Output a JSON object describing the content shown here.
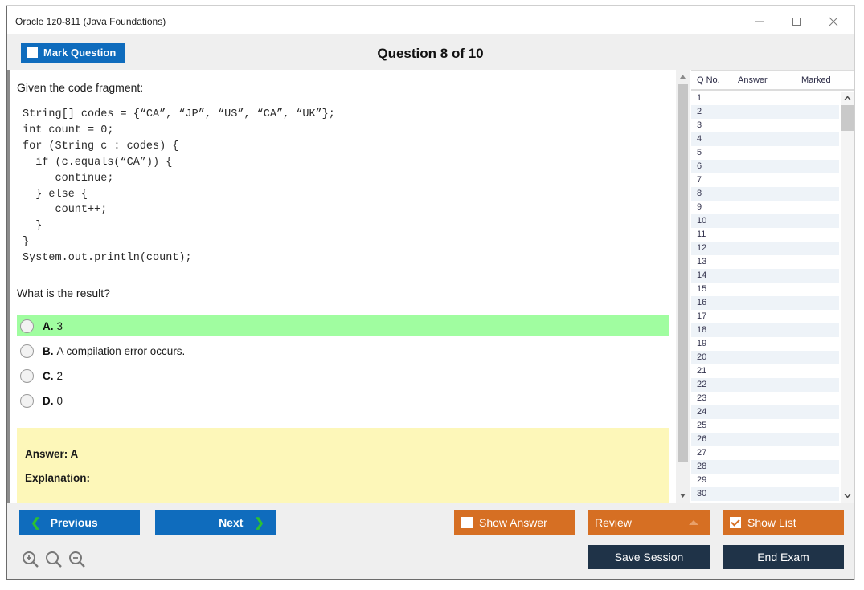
{
  "window": {
    "title": "Oracle 1z0-811 (Java Foundations)",
    "minimize_label": "—",
    "maximize_label": "□",
    "close_label": "×"
  },
  "header": {
    "mark_question_label": "Mark Question",
    "question_counter": "Question 8 of 10"
  },
  "question": {
    "intro": "Given the code fragment:",
    "code": "String[] codes = {“CA”, “JP”, “US”, “CA”, “UK”};\nint count = 0;\nfor (String c : codes) {\n  if (c.equals(“CA”)) {\n     continue;\n  } else {\n     count++;\n  }\n}\nSystem.out.println(count);",
    "prompt": "What is the result?",
    "options": [
      {
        "letter": "A.",
        "text": "3",
        "highlighted": true
      },
      {
        "letter": "B.",
        "text": "A compilation error occurs.",
        "highlighted": false
      },
      {
        "letter": "C.",
        "text": "2",
        "highlighted": false
      },
      {
        "letter": "D.",
        "text": "0",
        "highlighted": false
      }
    ]
  },
  "answer_panel": {
    "answer": "Answer: A",
    "explanation": "Explanation:"
  },
  "question_list": {
    "columns": [
      "Q No.",
      "Answer",
      "Marked"
    ],
    "rows": [
      {
        "qno": "1",
        "answer": "",
        "marked": ""
      },
      {
        "qno": "2",
        "answer": "",
        "marked": ""
      },
      {
        "qno": "3",
        "answer": "",
        "marked": ""
      },
      {
        "qno": "4",
        "answer": "",
        "marked": ""
      },
      {
        "qno": "5",
        "answer": "",
        "marked": ""
      },
      {
        "qno": "6",
        "answer": "",
        "marked": ""
      },
      {
        "qno": "7",
        "answer": "",
        "marked": ""
      },
      {
        "qno": "8",
        "answer": "",
        "marked": ""
      },
      {
        "qno": "9",
        "answer": "",
        "marked": ""
      },
      {
        "qno": "10",
        "answer": "",
        "marked": ""
      },
      {
        "qno": "11",
        "answer": "",
        "marked": ""
      },
      {
        "qno": "12",
        "answer": "",
        "marked": ""
      },
      {
        "qno": "13",
        "answer": "",
        "marked": ""
      },
      {
        "qno": "14",
        "answer": "",
        "marked": ""
      },
      {
        "qno": "15",
        "answer": "",
        "marked": ""
      },
      {
        "qno": "16",
        "answer": "",
        "marked": ""
      },
      {
        "qno": "17",
        "answer": "",
        "marked": ""
      },
      {
        "qno": "18",
        "answer": "",
        "marked": ""
      },
      {
        "qno": "19",
        "answer": "",
        "marked": ""
      },
      {
        "qno": "20",
        "answer": "",
        "marked": ""
      },
      {
        "qno": "21",
        "answer": "",
        "marked": ""
      },
      {
        "qno": "22",
        "answer": "",
        "marked": ""
      },
      {
        "qno": "23",
        "answer": "",
        "marked": ""
      },
      {
        "qno": "24",
        "answer": "",
        "marked": ""
      },
      {
        "qno": "25",
        "answer": "",
        "marked": ""
      },
      {
        "qno": "26",
        "answer": "",
        "marked": ""
      },
      {
        "qno": "27",
        "answer": "",
        "marked": ""
      },
      {
        "qno": "28",
        "answer": "",
        "marked": ""
      },
      {
        "qno": "29",
        "answer": "",
        "marked": ""
      },
      {
        "qno": "30",
        "answer": "",
        "marked": ""
      }
    ]
  },
  "footer": {
    "previous_label": "Previous",
    "next_label": "Next",
    "prev_chevron": "❮",
    "next_chevron": "❯",
    "show_answer_label": "Show Answer",
    "show_answer_checked": false,
    "review_label": "Review",
    "show_list_label": "Show List",
    "show_list_checked": true,
    "save_session_label": "Save Session",
    "end_exam_label": "End Exam",
    "zoom_icons": [
      "zoom-in-icon",
      "zoom-reset-icon",
      "zoom-out-icon"
    ]
  },
  "colors": {
    "primary_blue": "#0f6cbd",
    "accent_orange": "#d1702a",
    "dark_navy": "#1f3348",
    "highlight_green": "#90ee90",
    "answer_yellow": "#fbf4ad",
    "chevron_green": "#2bc034"
  }
}
